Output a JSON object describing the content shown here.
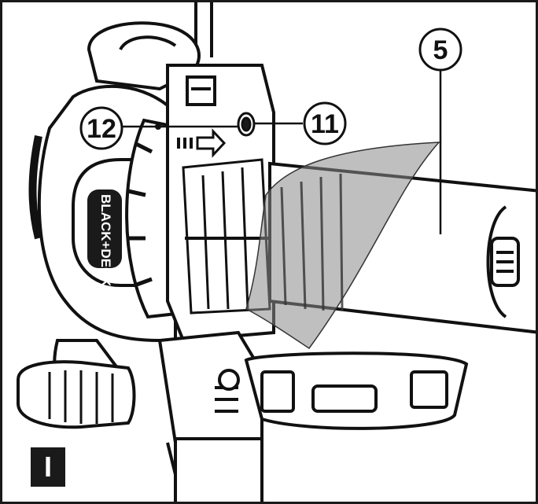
{
  "figure": {
    "label": "I",
    "brand_text": "BLACK+DECKER"
  },
  "callouts": [
    {
      "id": "5",
      "number": "5"
    },
    {
      "id": "11",
      "number": "11"
    },
    {
      "id": "12",
      "number": "12"
    }
  ],
  "colors": {
    "line": "#111111",
    "gray_panel": "#8a8a8a",
    "body_fill": "#ffffff",
    "dark_part": "#1a1a1a"
  },
  "icons": [
    "arrow-right-icon",
    "alignment-marks-icon"
  ]
}
